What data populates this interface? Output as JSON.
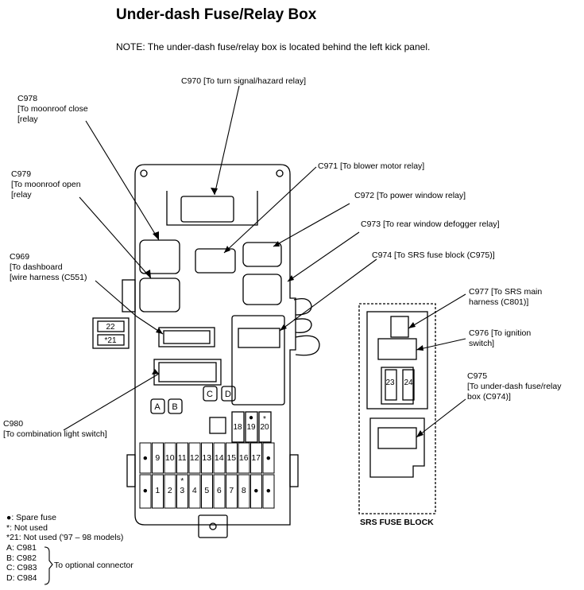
{
  "title": "Under-dash Fuse/Relay Box",
  "note": "NOTE:  The under-dash fuse/relay box is located behind the left kick panel.",
  "callouts": {
    "c970": "C970 [To turn signal/hazard relay]",
    "c978": "C978\n[To moonroof close\n[relay",
    "c979": "C979\n[To moonroof open\n[relay",
    "c969": "C969\n[To dashboard\n[wire harness (C551)",
    "c971": "C971 [To blower motor relay]",
    "c972": "C972 [To power window relay]",
    "c973": "C973 [To rear window defogger relay]",
    "c974": "C974 [To SRS fuse block (C975)]",
    "c977": "C977 [To SRS main\nharness (C801)]",
    "c976": "C976 [To ignition\nswitch]",
    "c975": "C975\n[To under-dash fuse/relay\nbox (C974)]",
    "c980": "C980\n[To combination light switch]"
  },
  "fuse_labels": {
    "top_row": [
      "9",
      "10",
      "11",
      "12",
      "13",
      "14",
      "15",
      "16",
      "17"
    ],
    "bottom_row": [
      "1",
      "2",
      "3",
      "4",
      "5",
      "6",
      "7",
      "8"
    ],
    "small": [
      "18",
      "19",
      "20"
    ],
    "srs": [
      "23",
      "24"
    ],
    "side_box": [
      "22",
      "*21"
    ],
    "optional": [
      "A",
      "B",
      "C",
      "D"
    ],
    "marks": {
      "spare": "●",
      "not_used": "*"
    }
  },
  "srs_block_label": "SRS FUSE BLOCK",
  "legend": {
    "line1": "●: Spare fuse",
    "line2": "*: Not used",
    "line3": "*21: Not used ('97 – 98 models)",
    "a": "A: C981",
    "b": "B: C982",
    "c": "C: C983",
    "d": "D: C984",
    "optional_connector": "To optional connector"
  }
}
